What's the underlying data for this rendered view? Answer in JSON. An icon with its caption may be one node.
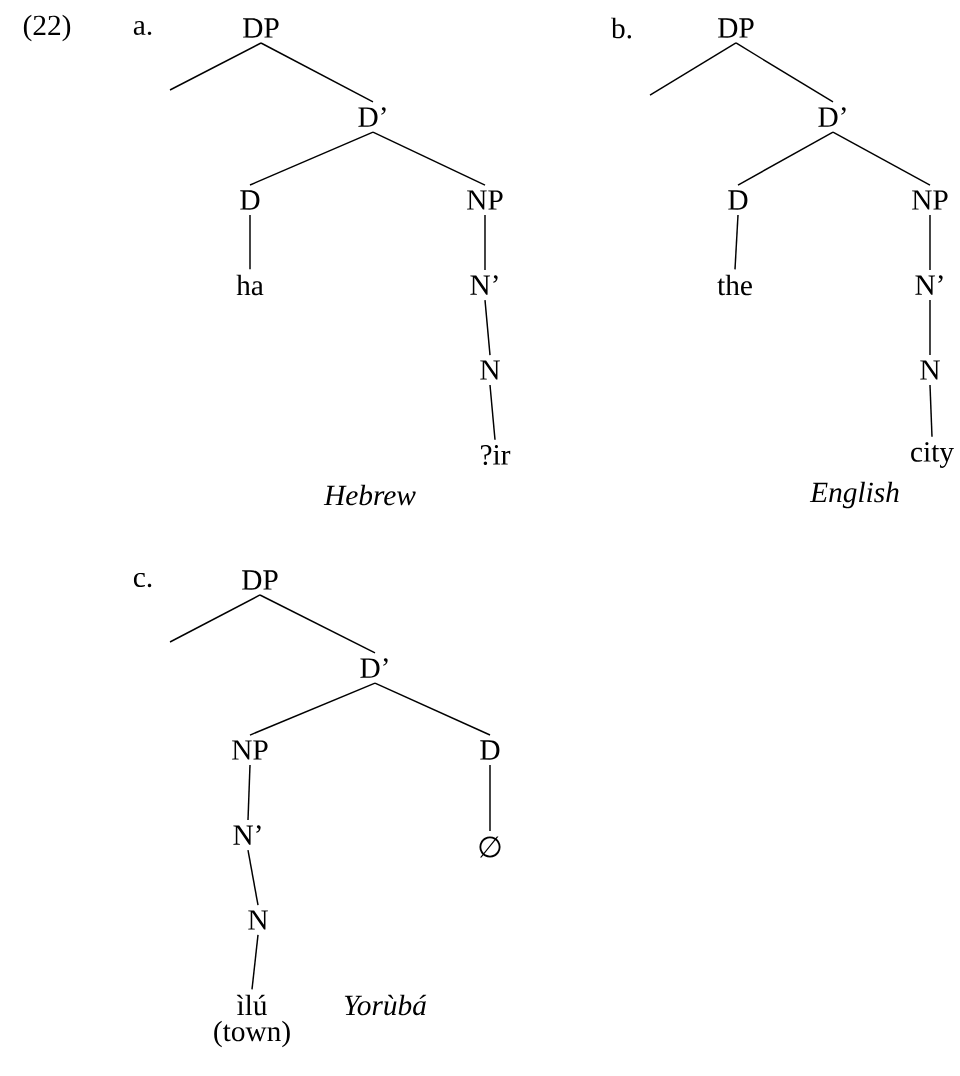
{
  "diagram": {
    "nodes": [
      {
        "text": [
          "DP"
        ]
      },
      {
        "text": [
          "D’"
        ]
      },
      {
        "text": [
          "D"
        ]
      },
      {
        "text": [
          "NP"
        ]
      },
      {
        "text": [
          "ha"
        ]
      },
      {
        "text": [
          "N’"
        ]
      },
      {
        "text": [
          "N"
        ]
      },
      {
        "text": [
          "?ir"
        ]
      },
      {
        "text": [
          "DP"
        ]
      },
      {
        "text": [
          "D’"
        ]
      },
      {
        "text": [
          "D"
        ]
      },
      {
        "text": [
          "NP"
        ]
      },
      {
        "text": [
          "the"
        ]
      },
      {
        "text": [
          "N’"
        ]
      },
      {
        "text": [
          "N"
        ]
      },
      {
        "text": [
          "city"
        ]
      },
      {
        "text": [
          "DP"
        ]
      },
      {
        "text": [
          "D’"
        ]
      },
      {
        "text": [
          "NP"
        ]
      },
      {
        "text": [
          "D"
        ]
      },
      {
        "text": [
          "N’"
        ]
      },
      {
        "text": [
          "∅"
        ]
      },
      {
        "text": [
          "N"
        ]
      },
      {
        "text": [
          "ìlú"
        ],
        "beside": [
          "(town)"
        ]
      }
    ],
    "edges": [
      {
        "from": 0,
        "to": null,
        "arrow": "none"
      },
      {
        "from": 0,
        "to": 1,
        "arrow": "none"
      },
      {
        "from": 1,
        "to": 2,
        "arrow": "none"
      },
      {
        "from": 1,
        "to": 3,
        "arrow": "none"
      },
      {
        "from": 2,
        "to": 4,
        "arrow": "none"
      },
      {
        "from": 3,
        "to": 5,
        "arrow": "none"
      },
      {
        "from": 5,
        "to": 6,
        "arrow": "none"
      },
      {
        "from": 6,
        "to": 7,
        "arrow": "none"
      },
      {
        "from": 8,
        "to": null,
        "arrow": "none"
      },
      {
        "from": 8,
        "to": 9,
        "arrow": "none"
      },
      {
        "from": 9,
        "to": 10,
        "arrow": "none"
      },
      {
        "from": 9,
        "to": 11,
        "arrow": "none"
      },
      {
        "from": 10,
        "to": 12,
        "arrow": "none"
      },
      {
        "from": 11,
        "to": 13,
        "arrow": "none"
      },
      {
        "from": 13,
        "to": 14,
        "arrow": "none"
      },
      {
        "from": 14,
        "to": 15,
        "arrow": "none"
      },
      {
        "from": 16,
        "to": null,
        "arrow": "none"
      },
      {
        "from": 16,
        "to": 17,
        "arrow": "none"
      },
      {
        "from": 17,
        "to": 18,
        "arrow": "none"
      },
      {
        "from": 17,
        "to": 19,
        "arrow": "none"
      },
      {
        "from": 18,
        "to": 20,
        "arrow": "none"
      },
      {
        "from": 19,
        "to": 21,
        "arrow": "none"
      },
      {
        "from": 20,
        "to": 22,
        "arrow": "none"
      },
      {
        "from": 22,
        "to": 23,
        "arrow": "none"
      }
    ],
    "labels": [
      "(22)",
      "a.",
      "b.",
      "Hebrew",
      "English",
      "c.",
      "Yorùbá"
    ]
  }
}
